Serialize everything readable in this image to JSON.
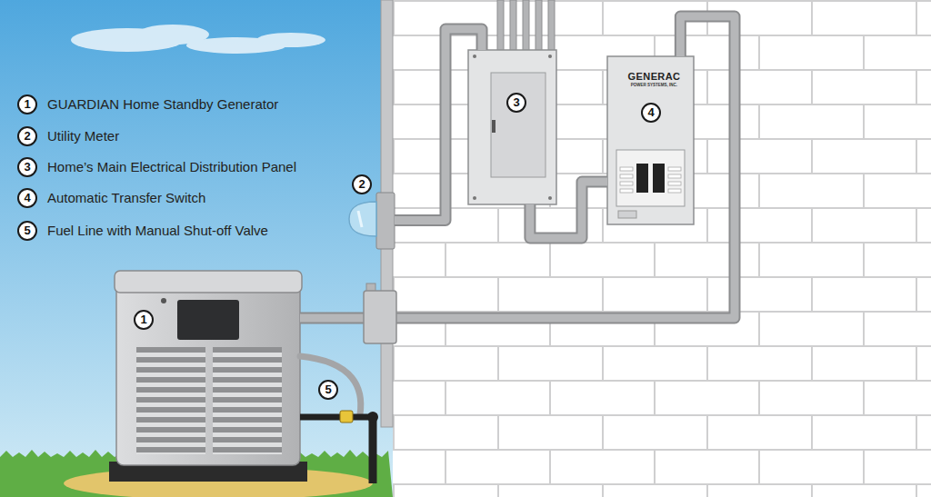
{
  "diagram": {
    "nodes": [
      {
        "text": [
          "1"
        ]
      },
      {
        "text": [
          "2"
        ]
      },
      {
        "text": [
          "3"
        ]
      },
      {
        "text": [
          "GENERAC",
          "POWER SYSTEMS, INC.",
          "4"
        ]
      }
    ],
    "edges": [
      {
        "from": 1,
        "to": 2,
        "arrow": "none"
      },
      {
        "from": 2,
        "to": 3,
        "arrow": "none"
      },
      {
        "from": 3,
        "to": 0,
        "arrow": "none"
      }
    ],
    "labels": [
      "1",
      "GUARDIAN Home Standby Generator",
      "2",
      "Utility Meter",
      "3",
      "Home’s Main Electrical Distribution Panel",
      "4",
      "Automatic Transfer Switch",
      "5",
      "Fuel Line with Manual Shut-off Valve",
      "5"
    ]
  }
}
